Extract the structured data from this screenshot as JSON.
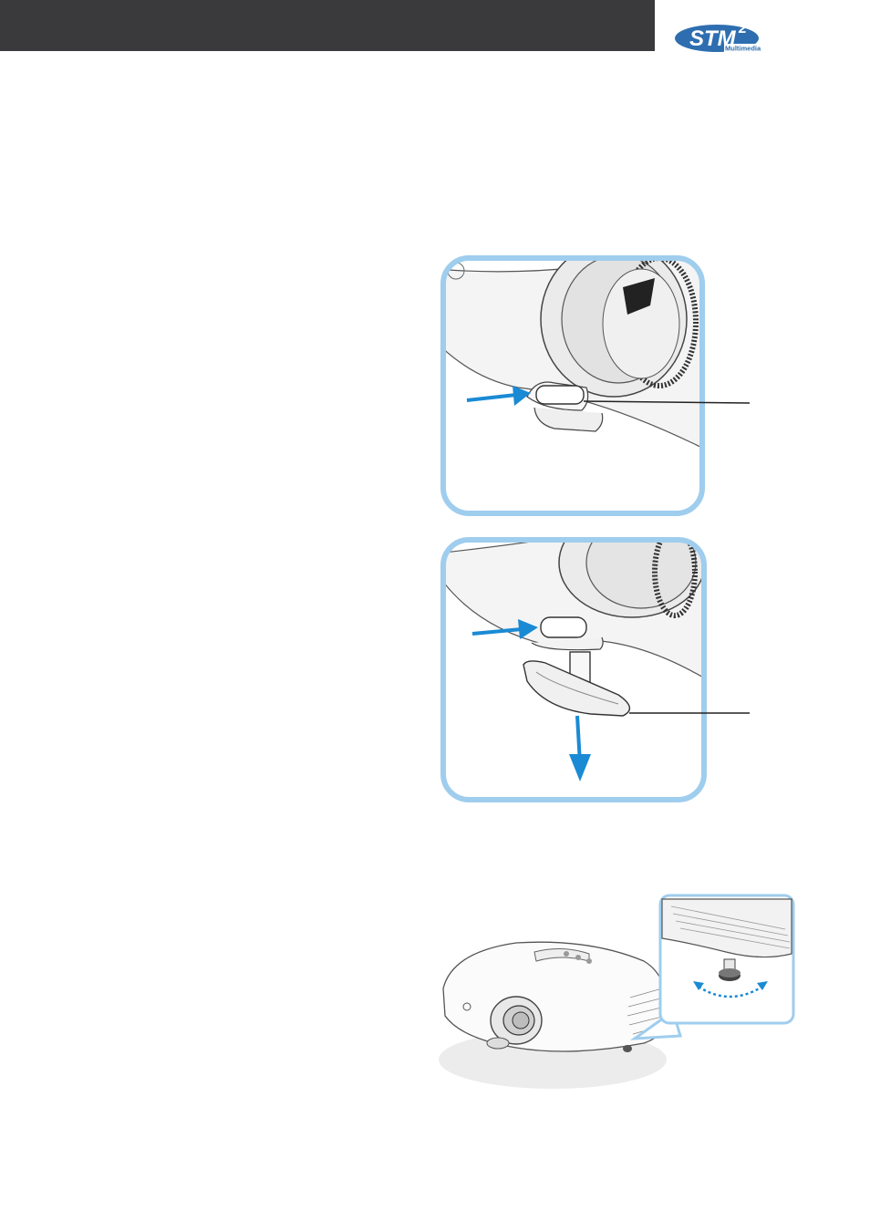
{
  "brand": {
    "logo_text": "STM",
    "logo_superscript": "2",
    "logo_subtext": "Multimedia",
    "logo_color": "#2e6eb0"
  },
  "figures": [
    {
      "id": "release-button",
      "arrow_color": "#1a8ad4",
      "frame_color": "#9fcdee"
    },
    {
      "id": "foot-extended",
      "arrow_color": "#1a8ad4",
      "frame_color": "#9fcdee"
    },
    {
      "id": "foot-fine-adjust",
      "arrow_color": "#1a8ad4",
      "frame_color": "#9fcdee"
    }
  ]
}
